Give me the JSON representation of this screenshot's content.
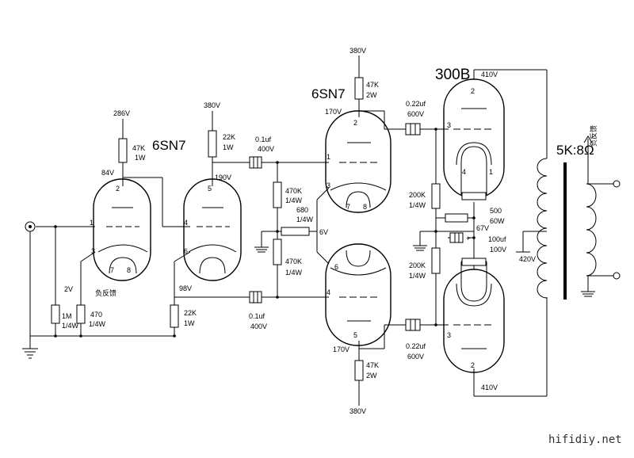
{
  "tubes": {
    "v1": "6SN7",
    "v2": "6SN7",
    "output": "300B"
  },
  "tube_pins": {
    "v1a": {
      "plate": "2",
      "grid": "1",
      "cathode": "3"
    },
    "v1a_heater": {
      "h1": "7",
      "h2": "8"
    },
    "v1b": {
      "plate": "5",
      "grid": "4",
      "cathode": "6"
    },
    "v2a": {
      "plate": "2",
      "grid": "1",
      "cathode": "3"
    },
    "v2a_heater": {
      "h1": "7",
      "h2": "8"
    },
    "v2b": {
      "plate": "5",
      "grid": "4",
      "cathode": "6"
    },
    "out_top": {
      "plate": "2",
      "grid": "3",
      "f1": "4",
      "f2": "1"
    },
    "out_bottom": {
      "grid": "3",
      "plate": "2"
    }
  },
  "voltages": {
    "b286": "286V",
    "b380a": "380V",
    "b380b": "380V",
    "b380c": "380V",
    "p84": "84V",
    "p190": "190V",
    "p170a": "170V",
    "p170b": "170V",
    "p410a": "410V",
    "p410b": "410V",
    "k2": "2V",
    "k98": "98V",
    "bias6": "6V",
    "f67": "67V",
    "b420": "420V"
  },
  "components": {
    "r47k_1": {
      "value": "47K",
      "rating": "1W"
    },
    "r22k_1": {
      "value": "22K",
      "rating": "1W"
    },
    "r47k_2": {
      "value": "47K",
      "rating": "2W"
    },
    "r47k_3": {
      "value": "47K",
      "rating": "2W"
    },
    "r470k_1": {
      "value": "470K",
      "rating": "1/4W"
    },
    "r470k_2": {
      "value": "470K",
      "rating": "1/4W"
    },
    "r680": {
      "value": "680",
      "rating": "1/4W"
    },
    "r1m": {
      "value": "1M",
      "rating": "1/4W"
    },
    "r470": {
      "value": "470",
      "rating": "1/4W"
    },
    "r22k_2": {
      "value": "22K",
      "rating": "1W"
    },
    "r200k_1": {
      "value": "200K",
      "rating": "1/4W"
    },
    "r200k_2": {
      "value": "200K",
      "rating": "1/4W"
    },
    "r500": {
      "value": "500",
      "rating": "60W"
    },
    "c01_1": {
      "value": "0.1uf",
      "rating": "400V"
    },
    "c01_2": {
      "value": "0.1uf",
      "rating": "400V"
    },
    "c022_1": {
      "value": "0.22uf",
      "rating": "600V"
    },
    "c022_2": {
      "value": "0.22uf",
      "rating": "600V"
    },
    "c100u": {
      "value": "100uf",
      "rating": "100V"
    }
  },
  "labels": {
    "feedback_in": "负反馈",
    "feedback_out": "负反馈",
    "transformer": "5K:8Ω",
    "plus": "+",
    "watermark": "hifidiy.net"
  }
}
